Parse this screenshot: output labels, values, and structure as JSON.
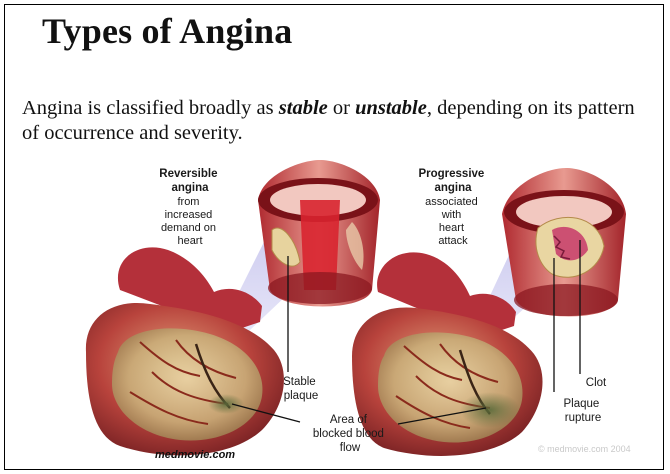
{
  "slide": {
    "title": "Types of Angina",
    "intro": {
      "before": "Angina is classified broadly as ",
      "stable": "stable",
      "middle": " or ",
      "unstable": "unstable",
      "after": ", depending on its pattern of occurrence and severity."
    }
  },
  "figure": {
    "left_heading": [
      "Reversible",
      "angina"
    ],
    "left_desc": [
      "from",
      "increased",
      "demand on",
      "heart"
    ],
    "right_heading": [
      "Progressive",
      "angina"
    ],
    "right_desc": [
      "associated",
      "with",
      "heart",
      "attack"
    ],
    "stable_plaque": [
      "Stable",
      "plaque"
    ],
    "blocked_area": [
      "Area of",
      "blocked blood",
      "flow"
    ],
    "clot": "Clot",
    "plaque_rupture": [
      "Plaque",
      "rupture"
    ],
    "credit_left": "medmovie.com",
    "credit_right": "© medmovie.com 2004"
  }
}
